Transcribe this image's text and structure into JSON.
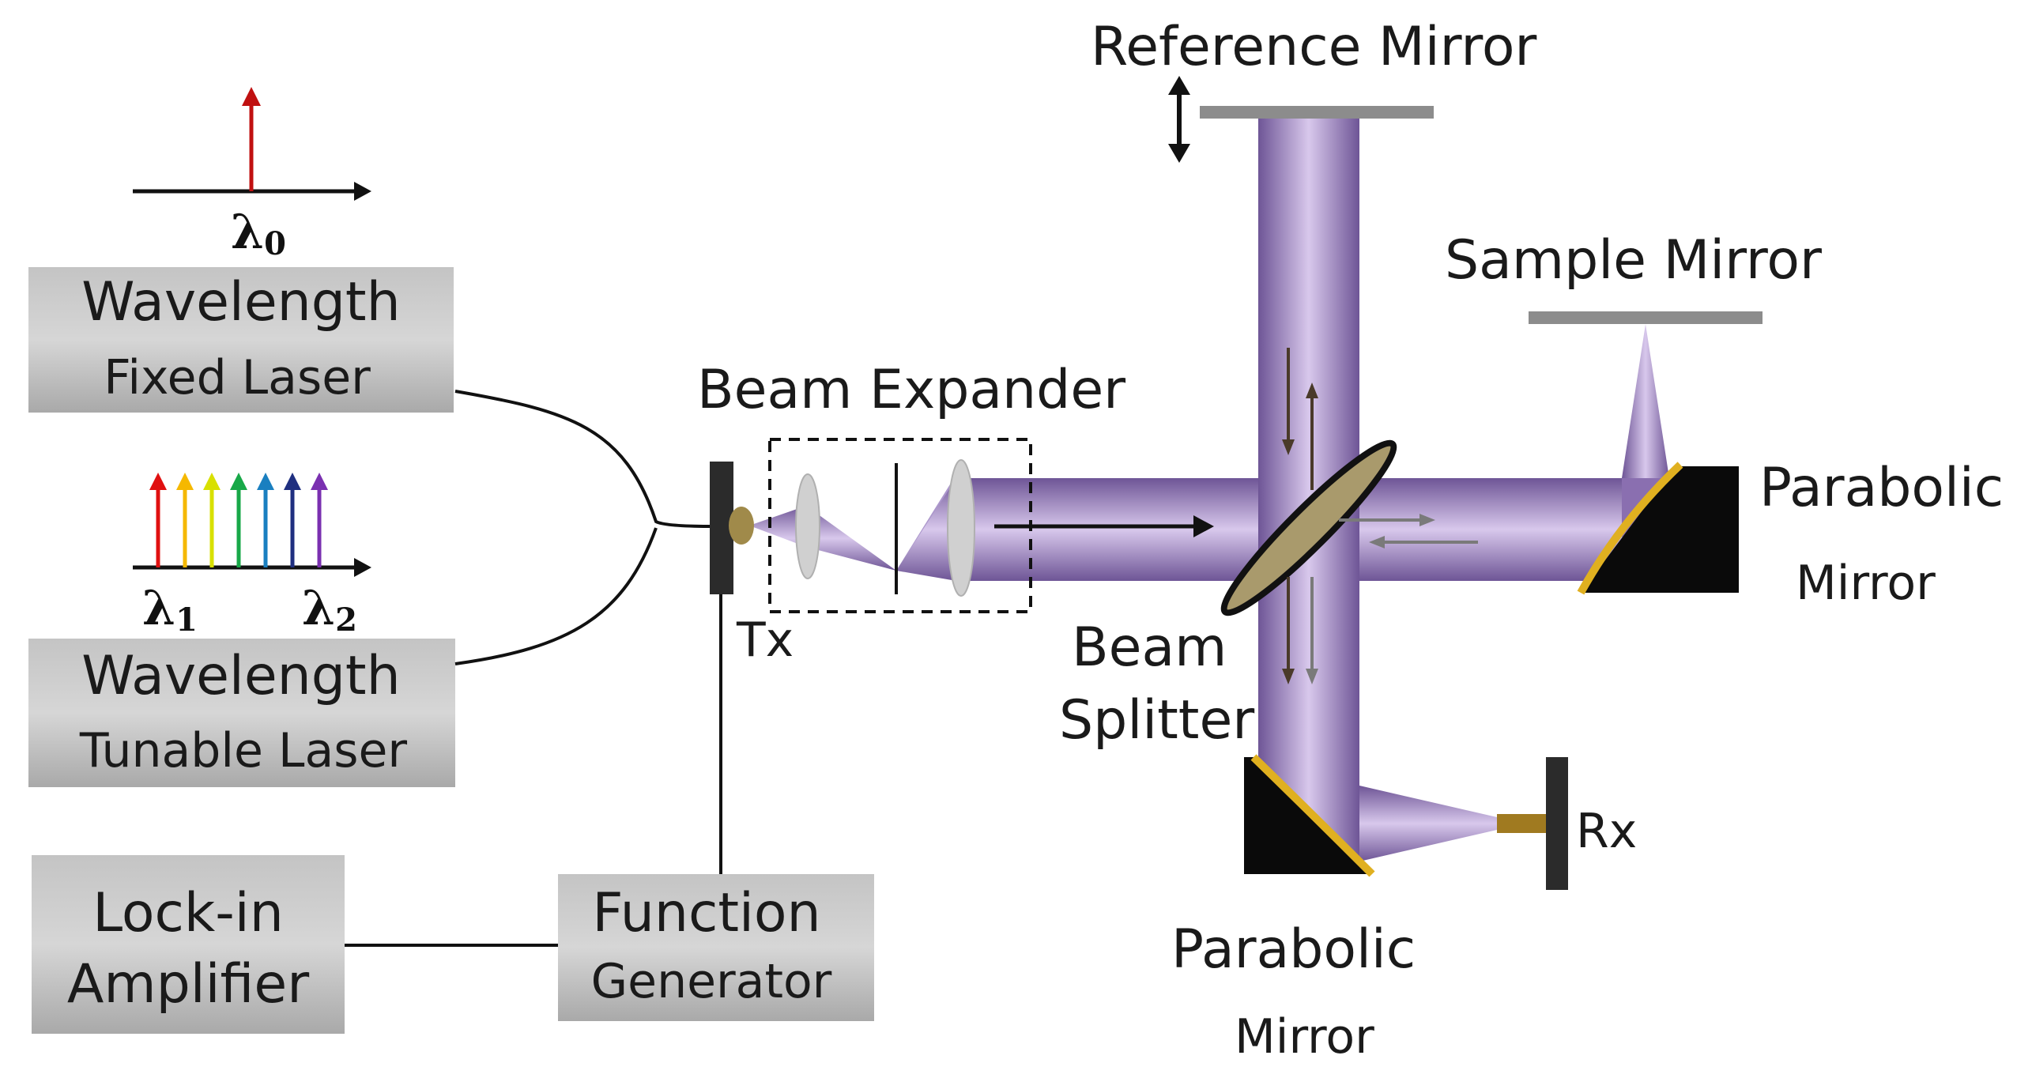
{
  "boxes": {
    "fixed_laser": [
      "Wavelength",
      "Fixed Laser"
    ],
    "tunable_laser": [
      "Wavelength",
      "Tunable Laser"
    ],
    "lockin": [
      "Lock-in",
      "Amplifier"
    ],
    "function_gen": [
      "Function",
      "Generator"
    ]
  },
  "spectra": {
    "fixed_symbol": "λ",
    "fixed_sub": "0",
    "tunable_symbol_1": "λ",
    "tunable_sub_1": "1",
    "tunable_symbol_2": "λ",
    "tunable_sub_2": "2",
    "tunable_colors": [
      "#e01010",
      "#f5b800",
      "#d8e000",
      "#18a848",
      "#1a7fc0",
      "#1f2f80",
      "#7a30b0"
    ],
    "fixed_color": "#c01010"
  },
  "labels": {
    "tx": "Tx",
    "rx": "Rx",
    "beam_expander": "Beam  Expander",
    "reference_mirror": "Reference Mirror",
    "sample_mirror": "Sample  Mirror",
    "beam_splitter": [
      "Beam",
      "Splitter"
    ],
    "parabolic_right": [
      "Parabolic",
      "Mirror"
    ],
    "parabolic_bottom": [
      "Parabolic",
      "Mirror"
    ]
  },
  "colors": {
    "beam": "#8a6fb0",
    "box_fill": "#b5b5b5",
    "mirror_gray": "#8c8c8c",
    "gold_edge": "#e0b020"
  }
}
